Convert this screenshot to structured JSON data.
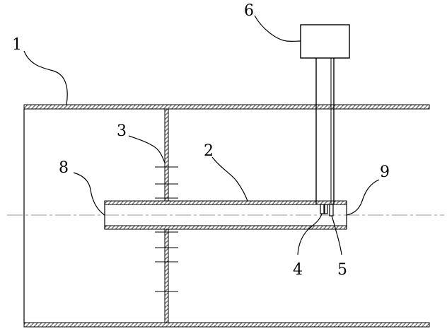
{
  "labels": {
    "l1": "1",
    "l2": "2",
    "l3": "3",
    "l4": "4",
    "l5": "5",
    "l6": "6",
    "l8": "8",
    "l9": "9"
  },
  "colors": {
    "stroke": "#000000",
    "centerline": "#999999",
    "background": "#ffffff"
  }
}
